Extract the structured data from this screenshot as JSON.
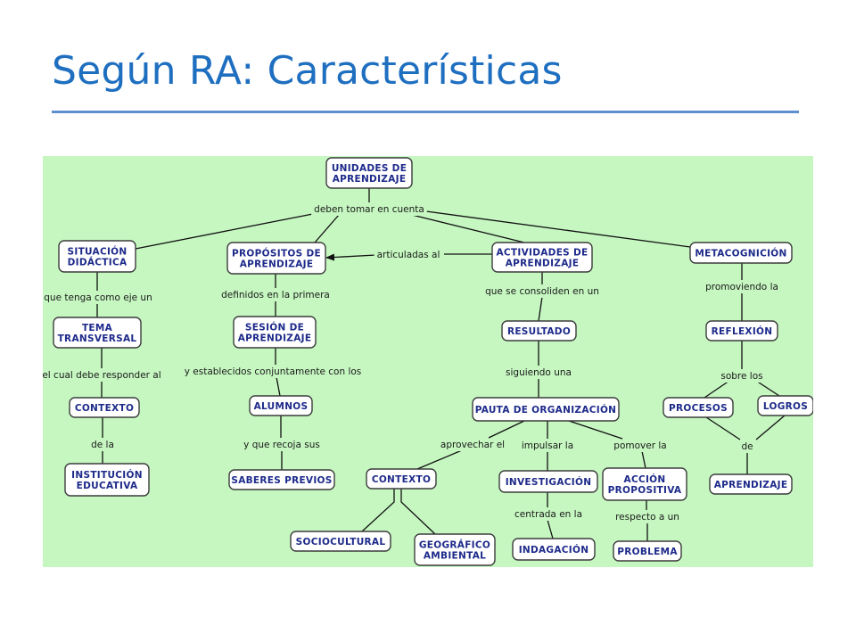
{
  "slide": {
    "title": "Según RA: Características"
  },
  "concept_map": {
    "nodes": {
      "unidades": {
        "lines": [
          "UNIDADES DE",
          "APRENDIZAJE"
        ]
      },
      "situacion": {
        "lines": [
          "SITUACIÓN",
          "DIDÁCTICA"
        ]
      },
      "propositos": {
        "lines": [
          "PROPÓSITOS DE",
          "APRENDIZAJE"
        ]
      },
      "actividades": {
        "lines": [
          "ACTIVIDADES DE",
          "APRENDIZAJE"
        ]
      },
      "metacognicion": {
        "lines": [
          "METACOGNICIÓN"
        ]
      },
      "tema": {
        "lines": [
          "TEMA",
          "TRANSVERSAL"
        ]
      },
      "sesion": {
        "lines": [
          "SESIÓN DE",
          "APRENDIZAJE"
        ]
      },
      "resultado": {
        "lines": [
          "RESULTADO"
        ]
      },
      "reflexion": {
        "lines": [
          "REFLEXIÓN"
        ]
      },
      "contexto1": {
        "lines": [
          "CONTEXTO"
        ]
      },
      "alumnos": {
        "lines": [
          "ALUMNOS"
        ]
      },
      "pauta": {
        "lines": [
          "PAUTA DE ORGANIZACIÓN"
        ]
      },
      "procesos": {
        "lines": [
          "PROCESOS"
        ]
      },
      "logros": {
        "lines": [
          "LOGROS"
        ]
      },
      "institucion": {
        "lines": [
          "INSTITUCIÓN",
          "EDUCATIVA"
        ]
      },
      "saberes": {
        "lines": [
          "SABERES PREVIOS"
        ]
      },
      "contexto2": {
        "lines": [
          "CONTEXTO"
        ]
      },
      "investigacion": {
        "lines": [
          "INVESTIGACIÓN"
        ]
      },
      "accion": {
        "lines": [
          "ACCIÓN",
          "PROPOSITIVA"
        ]
      },
      "aprendizaje": {
        "lines": [
          "APRENDIZAJE"
        ]
      },
      "sociocultural": {
        "lines": [
          "SOCIOCULTURAL"
        ]
      },
      "geografico": {
        "lines": [
          "GEOGRÁFICO",
          "AMBIENTAL"
        ]
      },
      "indagacion": {
        "lines": [
          "INDAGACIÓN"
        ]
      },
      "problema": {
        "lines": [
          "PROBLEMA"
        ]
      }
    },
    "links": {
      "deben_tomar": "deben tomar en cuenta",
      "articuladas": "articuladas al",
      "que_tenga": "que tenga como eje un",
      "definidos": "definidos en la primera",
      "consoliden": "que se consoliden en un",
      "promoviendo": "promoviendo la",
      "cual_debe": "el cual debe responder al",
      "establecidos": "y establecidos conjuntamente con los",
      "siguiendo": "siguiendo una",
      "sobre_los": "sobre los",
      "de_la": "de la",
      "recoja": "y que recoja sus",
      "aprovechar": "aprovechar el",
      "impulsar": "impulsar la",
      "pomover": "pomover la",
      "de": "de",
      "centrada": "centrada en la",
      "respecto": "respecto a un"
    }
  }
}
